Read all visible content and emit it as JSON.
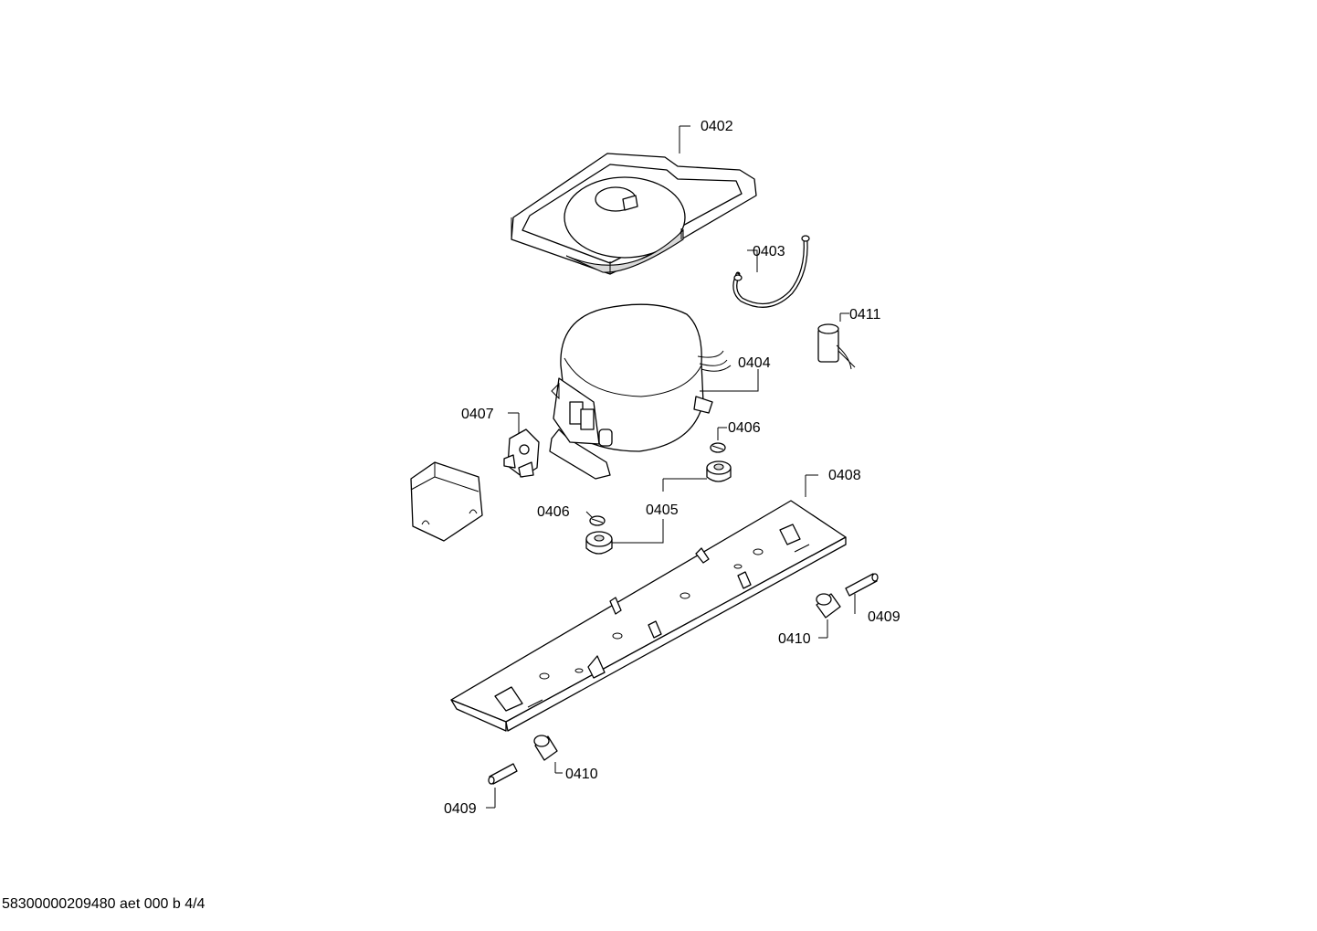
{
  "labels": {
    "l0402": "0402",
    "l0403": "0403",
    "l0411": "0411",
    "l0404": "0404",
    "l0407": "0407",
    "l0406a": "0406",
    "l0408": "0408",
    "l0406b": "0406",
    "l0405": "0405",
    "l0409a": "0409",
    "l0410a": "0410",
    "l0410b": "0410",
    "l0409b": "0409"
  },
  "footer": "58300000209480 aet 000 b 4/4"
}
